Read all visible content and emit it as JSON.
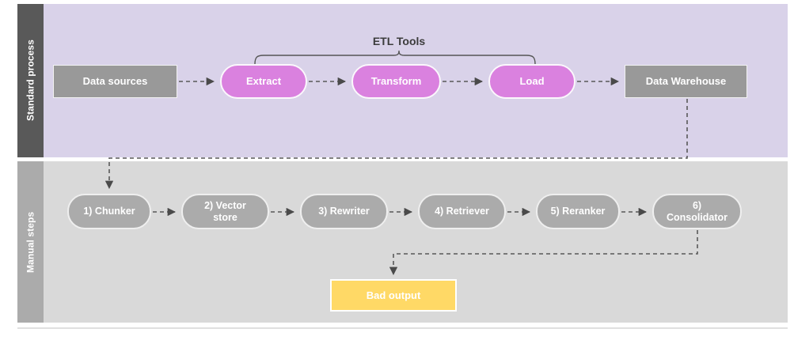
{
  "diagram": {
    "title_label": "ETL Tools",
    "lanes": [
      {
        "id": "standard",
        "label": "Standard process",
        "color": "#595959",
        "band_color": "#D9D2E9"
      },
      {
        "id": "manual",
        "label": "Manual steps",
        "color": "#ABABAB",
        "band_color": "#D9D9D9"
      }
    ],
    "standard_process": {
      "nodes": [
        {
          "id": "data-sources",
          "label": "Data sources",
          "shape": "rect",
          "color": "#999999"
        },
        {
          "id": "extract",
          "label": "Extract",
          "shape": "pill",
          "color": "#DA81DF"
        },
        {
          "id": "transform",
          "label": "Transform",
          "shape": "pill",
          "color": "#DA81DF"
        },
        {
          "id": "load",
          "label": "Load",
          "shape": "pill",
          "color": "#DA81DF"
        },
        {
          "id": "data-warehouse",
          "label": "Data Warehouse",
          "shape": "rect",
          "color": "#999999"
        }
      ],
      "bracket": {
        "label": "ETL Tools",
        "spans": [
          "extract",
          "load"
        ]
      }
    },
    "manual_steps": {
      "nodes": [
        {
          "id": "chunker",
          "label": "1) Chunker",
          "shape": "pill",
          "color": "#ABABAB"
        },
        {
          "id": "vector-store",
          "label": "2) Vector store",
          "shape": "pill",
          "color": "#ABABAB"
        },
        {
          "id": "rewriter",
          "label": "3) Rewriter",
          "shape": "pill",
          "color": "#ABABAB"
        },
        {
          "id": "retriever",
          "label": "4) Retriever",
          "shape": "pill",
          "color": "#ABABAB"
        },
        {
          "id": "reranker",
          "label": "5) Reranker",
          "shape": "pill",
          "color": "#ABABAB"
        },
        {
          "id": "consolidator",
          "label": "6) Consolidator",
          "shape": "pill",
          "color": "#ABABAB"
        }
      ],
      "output": {
        "id": "bad-output",
        "label": "Bad output",
        "shape": "rect",
        "color": "#FFD966"
      }
    },
    "node_labels": {
      "data_sources": "Data sources",
      "extract": "Extract",
      "transform": "Transform",
      "load": "Load",
      "data_warehouse": "Data Warehouse",
      "chunker": "1) Chunker",
      "vector_store_line1": "2) Vector",
      "vector_store_line2": "store",
      "rewriter": "3) Rewriter",
      "retriever": "4) Retriever",
      "reranker": "5) Reranker",
      "consolidator_line1": "6)",
      "consolidator_line2": "Consolidator",
      "bad_output": "Bad output"
    },
    "edges": [
      {
        "from": "data-sources",
        "to": "extract",
        "style": "dashed-arrow"
      },
      {
        "from": "extract",
        "to": "transform",
        "style": "dashed-arrow"
      },
      {
        "from": "transform",
        "to": "load",
        "style": "dashed-arrow"
      },
      {
        "from": "load",
        "to": "data-warehouse",
        "style": "dashed-arrow"
      },
      {
        "from": "data-warehouse",
        "to": "chunker",
        "style": "dashed-arrow-elbow"
      },
      {
        "from": "chunker",
        "to": "vector-store",
        "style": "dashed-arrow"
      },
      {
        "from": "vector-store",
        "to": "rewriter",
        "style": "dashed-arrow"
      },
      {
        "from": "rewriter",
        "to": "retriever",
        "style": "dashed-arrow"
      },
      {
        "from": "retriever",
        "to": "reranker",
        "style": "dashed-arrow"
      },
      {
        "from": "reranker",
        "to": "consolidator",
        "style": "dashed-arrow"
      },
      {
        "from": "consolidator",
        "to": "bad-output",
        "style": "dashed-arrow-elbow"
      }
    ]
  }
}
